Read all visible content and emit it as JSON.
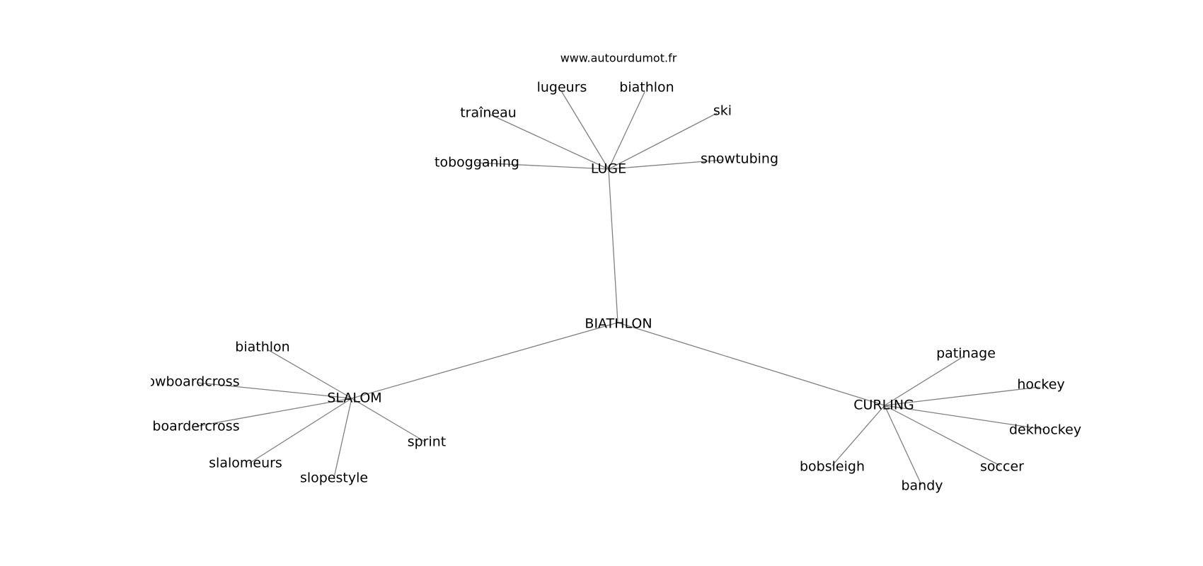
{
  "source": "www.autourdumot.fr",
  "center": "BIATHLON",
  "hubs": [
    {
      "label": "LUGE",
      "words": [
        "lugeurs",
        "biathlon",
        "traîneau",
        "ski",
        "tobogganing",
        "snowtubing"
      ]
    },
    {
      "label": "SLALOM",
      "words": [
        "biathlon",
        "snowboardcross",
        "boardercross",
        "slalomeurs",
        "slopestyle",
        "sprint"
      ]
    },
    {
      "label": "CURLING",
      "words": [
        "patinage",
        "hockey",
        "dekhockey",
        "bobsleigh",
        "bandy",
        "soccer"
      ]
    }
  ],
  "colors": {
    "edge": "#808080",
    "text": "#000000",
    "background": "#ffffff"
  }
}
